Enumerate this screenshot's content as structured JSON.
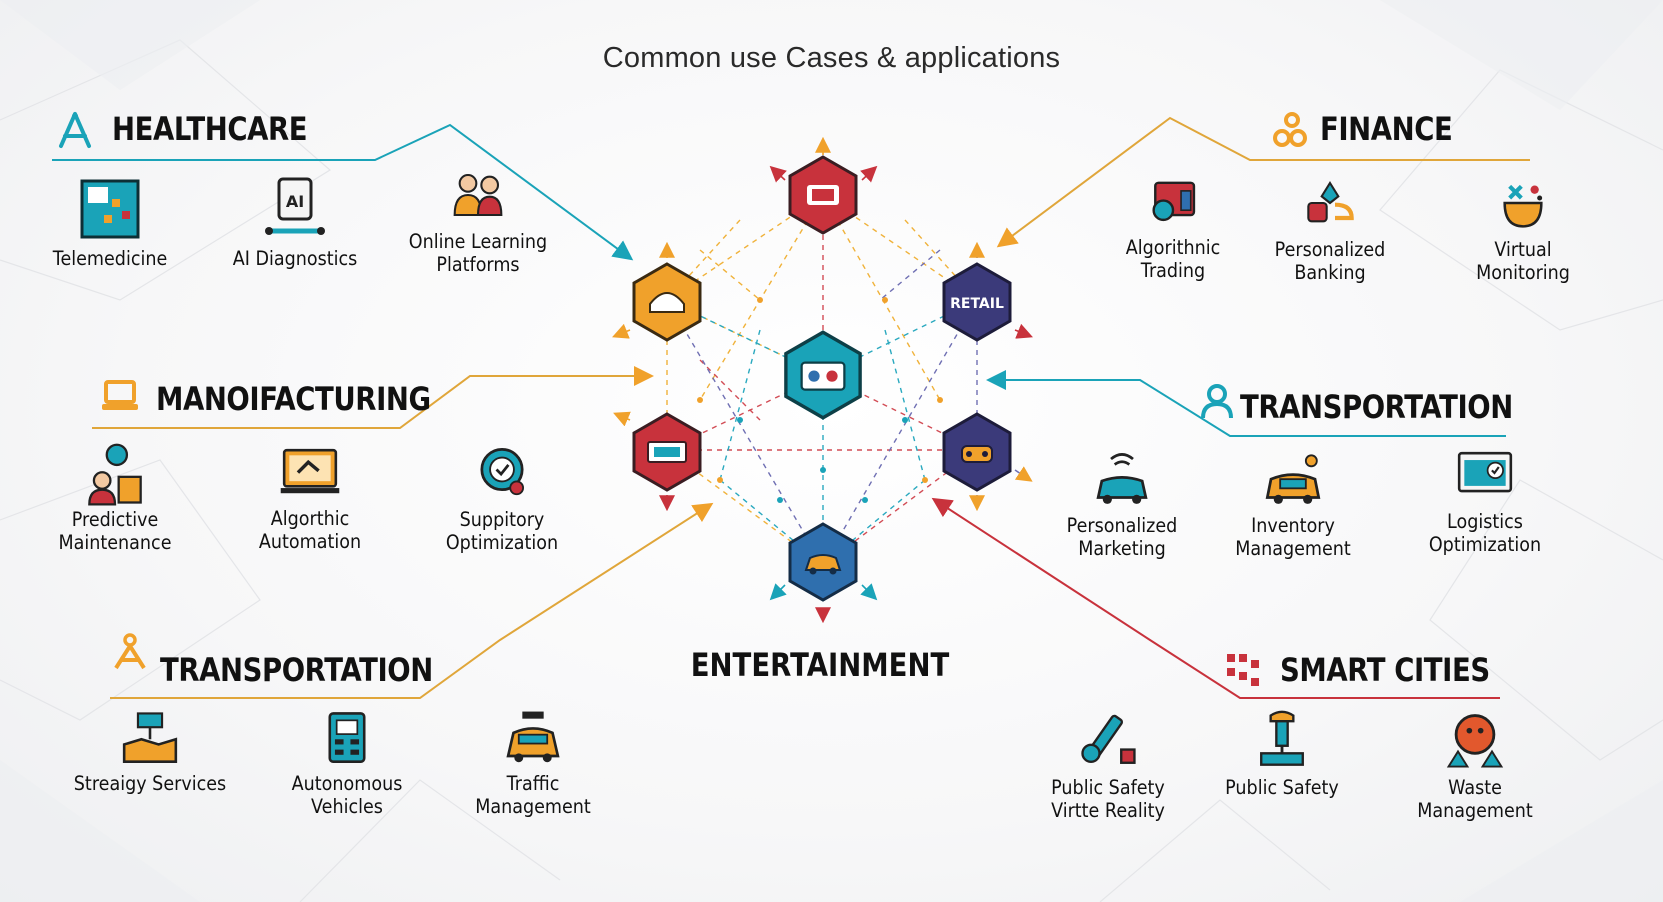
{
  "title": "Common use Cases & applications",
  "center_label": "ENTERTAINMENT",
  "hub_retail_label": "RETAIL",
  "icons": [
    "healthcare-icon",
    "finance-icon",
    "manufacturing-icon",
    "transportation-icon",
    "smart-cities-icon"
  ],
  "colors": {
    "teal": "#1aa3b8",
    "orange": "#f0a12b",
    "red": "#c8323c",
    "navy": "#3b3a7a",
    "blue": "#2f6fae",
    "gold": "#d8a23a"
  },
  "sections": {
    "healthcare": {
      "heading": "HEALTHCARE",
      "items": [
        "Telemedicine",
        "AI Diagnostics",
        "Online Learning\nPlatforms"
      ]
    },
    "finance": {
      "heading": "FINANCE",
      "items": [
        "Algorithnic\nTrading",
        "Personalized\nBanking",
        "Virtual\nMonitoring"
      ]
    },
    "manufacturing": {
      "heading": "MANOIFACTURING",
      "items": [
        "Predictive\nMaintenance",
        "Algorthic\nAutomation",
        "Suppitory\nOptimization"
      ]
    },
    "transportation_right": {
      "heading": "TRANSPORTATION",
      "items": [
        "Personalized\nMarketing",
        "Inventory\nManagement",
        "Logistics\nOptimization"
      ]
    },
    "transportation_left": {
      "heading": "TRANSPORTATION",
      "items": [
        "Streaigy Services",
        "Autonomous\nVehicles",
        "Traffic Management"
      ]
    },
    "smart_cities": {
      "heading": "SMART CITIES",
      "items": [
        "Public Safety\nVirtte Reality",
        "Public Safety",
        "Waste\nManagement"
      ]
    }
  }
}
